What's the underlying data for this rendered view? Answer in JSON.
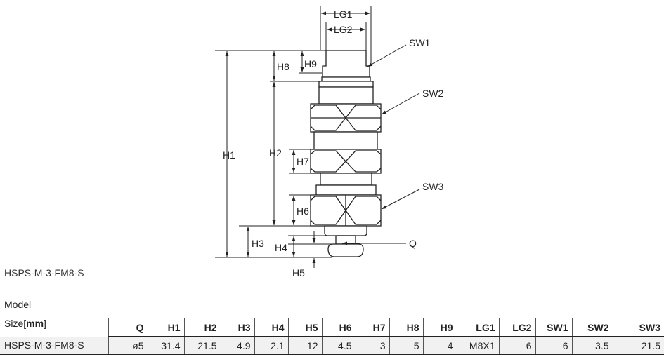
{
  "drawing": {
    "model_caption": "HSPS-M-3-FM8-S",
    "labels": {
      "lg1": "LG1",
      "lg2": "LG2",
      "sw1": "SW1",
      "sw2": "SW2",
      "sw3": "SW3",
      "h1": "H1",
      "h2": "H2",
      "h3": "H3",
      "h4": "H4",
      "h5": "H5",
      "h6": "H6",
      "h7": "H7",
      "h8": "H8",
      "h9": "H9",
      "q": "Q"
    }
  },
  "table": {
    "model_label": "Model",
    "size_label": "Size",
    "unit": "mm",
    "columns": [
      "Q",
      "H1",
      "H2",
      "H3",
      "H4",
      "H5",
      "H6",
      "H7",
      "H8",
      "H9",
      "LG1",
      "LG2",
      "SW1",
      "SW2",
      "SW3"
    ],
    "rows": [
      {
        "model": "HSPS-M-3-FM8-S",
        "values": [
          "ø5",
          "31.4",
          "21.5",
          "4.9",
          "2.1",
          "12",
          "4.5",
          "3",
          "5",
          "4",
          "M8X1",
          "6",
          "6",
          "3.5",
          "21.5"
        ]
      }
    ]
  }
}
